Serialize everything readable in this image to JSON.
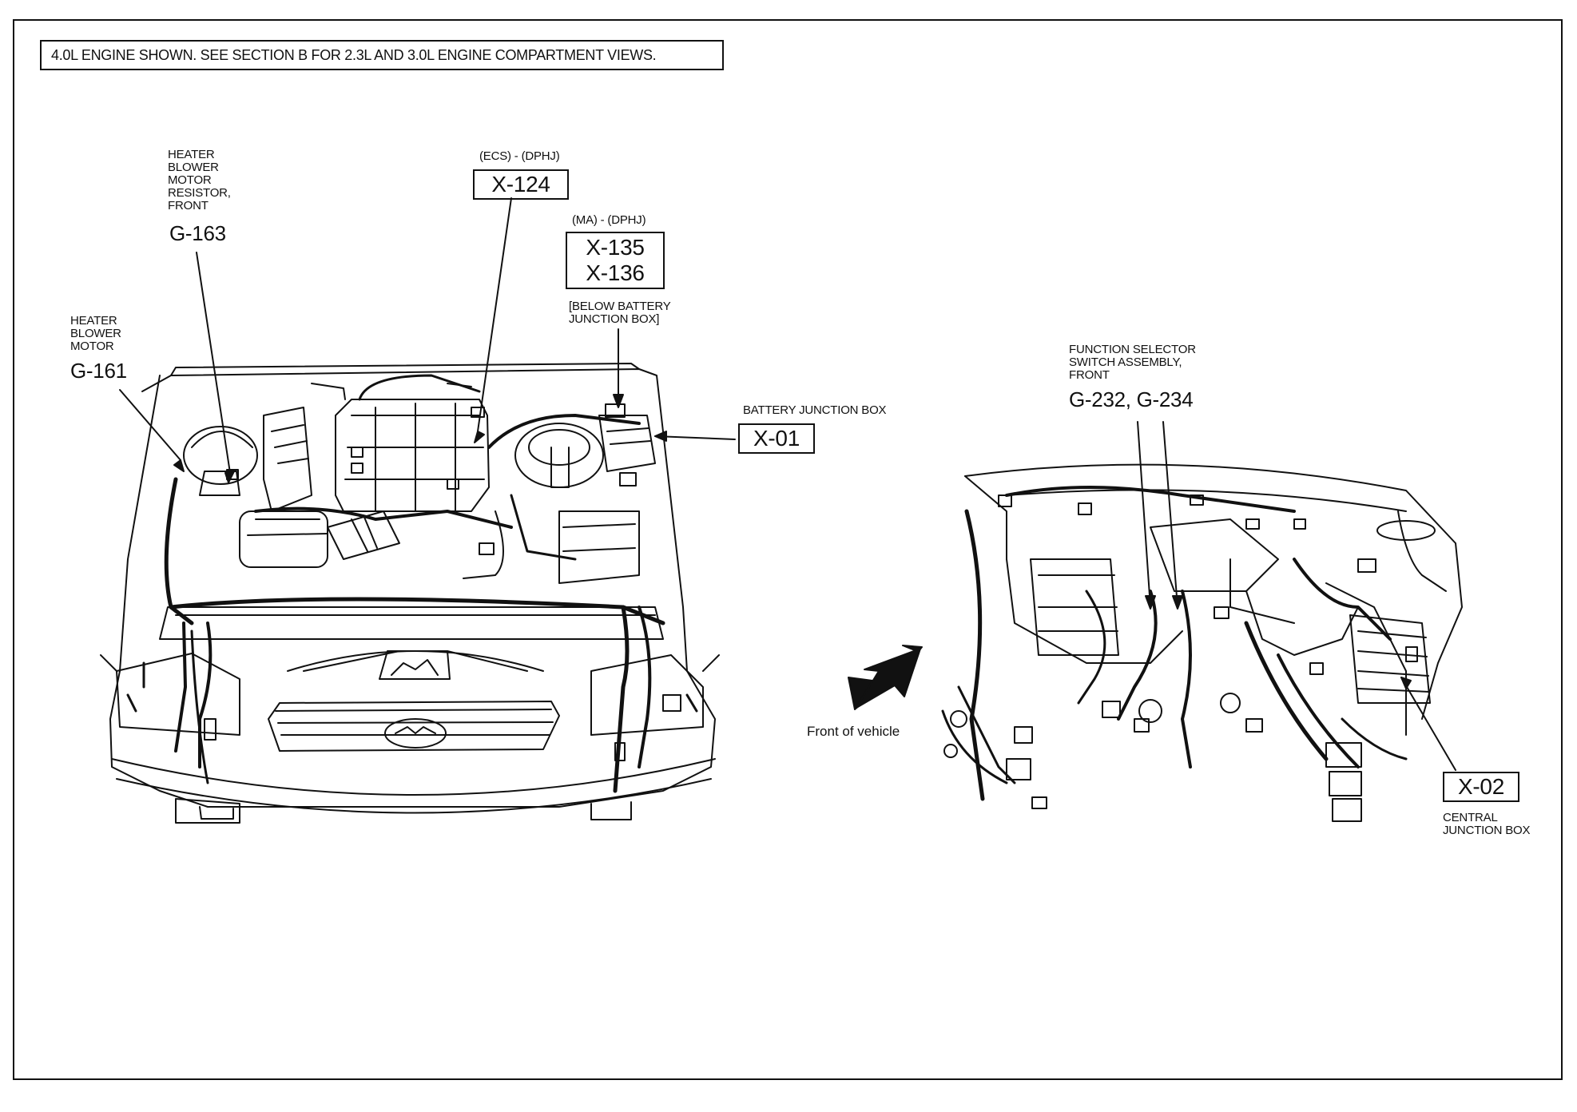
{
  "note": "4.0L ENGINE SHOWN. SEE SECTION B FOR 2.3L AND 3.0L ENGINE COMPARTMENT VIEWS.",
  "callouts": {
    "g163": {
      "text": "HEATER\nBLOWER\nMOTOR\nRESISTOR,\nFRONT",
      "code": "G-163"
    },
    "g161": {
      "text": "HEATER\nBLOWER\nMOTOR",
      "code": "G-161"
    },
    "x124": {
      "text": "(ECS) - (DPHJ)",
      "code": "X-124"
    },
    "x135": {
      "text": "(MA) - (DPHJ)",
      "code": "X-135\nX-136",
      "subtext": "[BELOW BATTERY\nJUNCTION BOX]"
    },
    "x01": {
      "text": "BATTERY JUNCTION BOX",
      "code": "X-01"
    },
    "g232": {
      "text": "FUNCTION SELECTOR\nSWITCH ASSEMBLY,\nFRONT",
      "code": "G-232, G-234"
    },
    "x02": {
      "text": "CENTRAL\nJUNCTION BOX",
      "code": "X-02"
    }
  },
  "front_label": "Front of vehicle"
}
